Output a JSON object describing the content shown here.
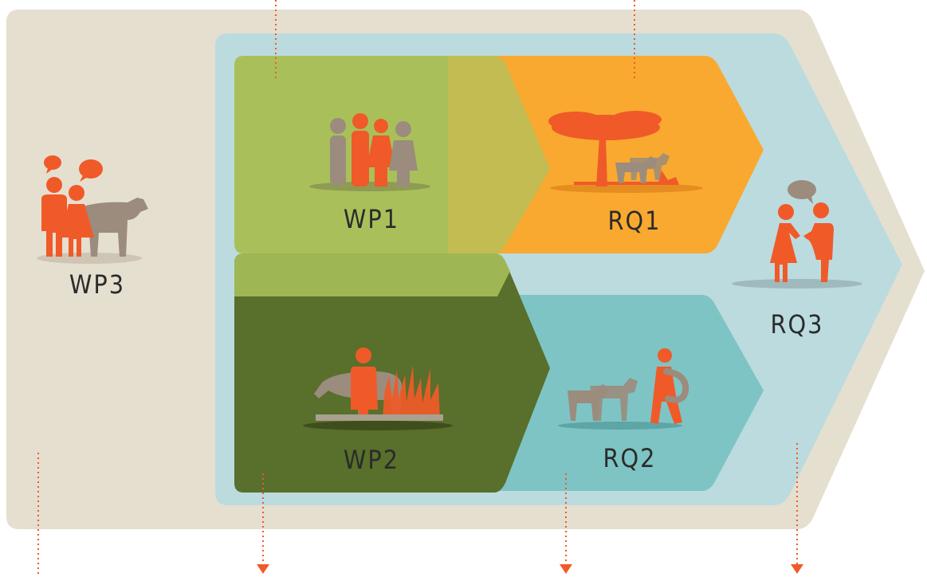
{
  "labels": {
    "wp1": "WP1",
    "wp2": "WP2",
    "wp3": "WP3",
    "rq1": "RQ1",
    "rq2": "RQ2",
    "rq3": "RQ3"
  },
  "colors": {
    "outer": "#e5dfd0",
    "inner": "#bbdbdf",
    "wp1": "#a9c05a",
    "wp2": "#596f2c",
    "rq1": "#f9a930",
    "rq2": "#7ec4c4",
    "overlap": "#c3bc52",
    "accent": "#f05a28",
    "figure": "#9b8c7d",
    "dotted": "#f05a28"
  },
  "icons": {
    "wp1": "family-group-icon",
    "wp2": "woman-grazing-cow-icon",
    "wp3": "people-talking-with-cow-icon",
    "rq1": "acacia-tree-goats-icon",
    "rq2": "man-herding-goats-icon",
    "rq3": "two-people-conversation-icon"
  }
}
